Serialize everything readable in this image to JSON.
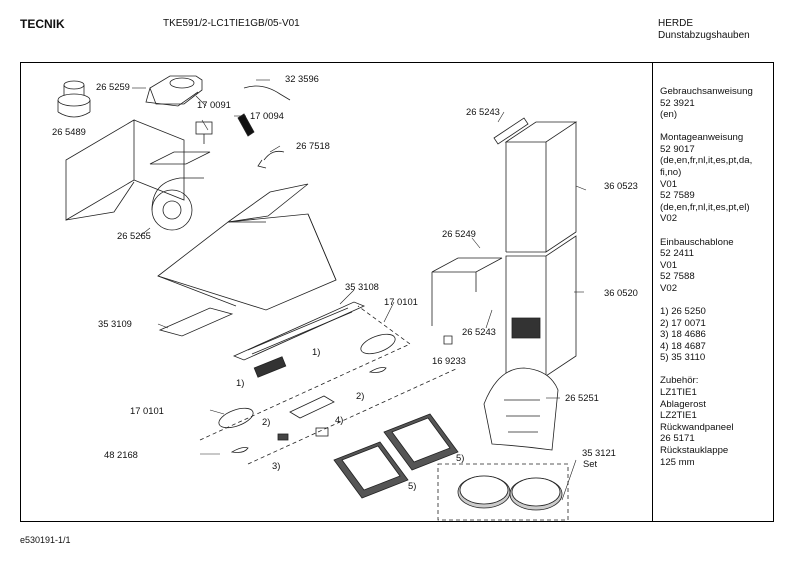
{
  "header": {
    "brand": "TECNIK",
    "model": "TKE591/2-LC1TIE1GB/05-V01",
    "manufacturer": "HERDE",
    "product_type": "Dunstabzugshauben"
  },
  "side_panel": [
    {
      "lines": [
        "Gebrauchsanweisung",
        "52 3921",
        "(en)"
      ]
    },
    {
      "lines": [
        "Montageanweisung",
        "52 9017",
        "(de,en,fr,nl,it,es,pt,da,",
        "fi,no)",
        "V01",
        "52 7589",
        "(de,en,fr,nl,it,es,pt,el)",
        "V02"
      ]
    },
    {
      "lines": [
        "Einbauschablone",
        "52 2411",
        "V01",
        "52 7588",
        "V02"
      ]
    },
    {
      "lines": [
        "1) 26 5250",
        "2) 17 0071",
        "3) 18 4686",
        "4) 18 4687",
        "5) 35 3110"
      ]
    },
    {
      "lines": [
        "Zubehör:",
        "LZ1TIE1",
        "Ablagerost",
        "LZ2TIE1",
        "Rückwandpaneel",
        "26 5171",
        "Rückstauklappe",
        "125 mm"
      ]
    }
  ],
  "part_labels": {
    "p265259": "26 5259",
    "p265489": "26 5489",
    "p323596": "32 3596",
    "p170091": "17 0091",
    "p170094": "17 0094",
    "p267518": "26 7518",
    "p265265": "26 5265",
    "p265243a": "26 5243",
    "p360523": "36 0523",
    "p265249": "26 5249",
    "p360520": "36 0520",
    "p265243b": "26 5243",
    "p169233": "16 9233",
    "p353108": "35 3108",
    "p170101a": "17 0101",
    "p353109": "35 3109",
    "p265251": "26 5251",
    "p170101b": "17 0101",
    "p482168": "48 2168",
    "p353121": "35 3121",
    "set": "Set",
    "c1a": "1)",
    "c1b": "1)",
    "c2a": "2)",
    "c2b": "2)",
    "c3": "3)",
    "c4": "4)",
    "c5a": "5)",
    "c5b": "5)"
  },
  "footer": {
    "doc_id": "e530191-1/1"
  }
}
